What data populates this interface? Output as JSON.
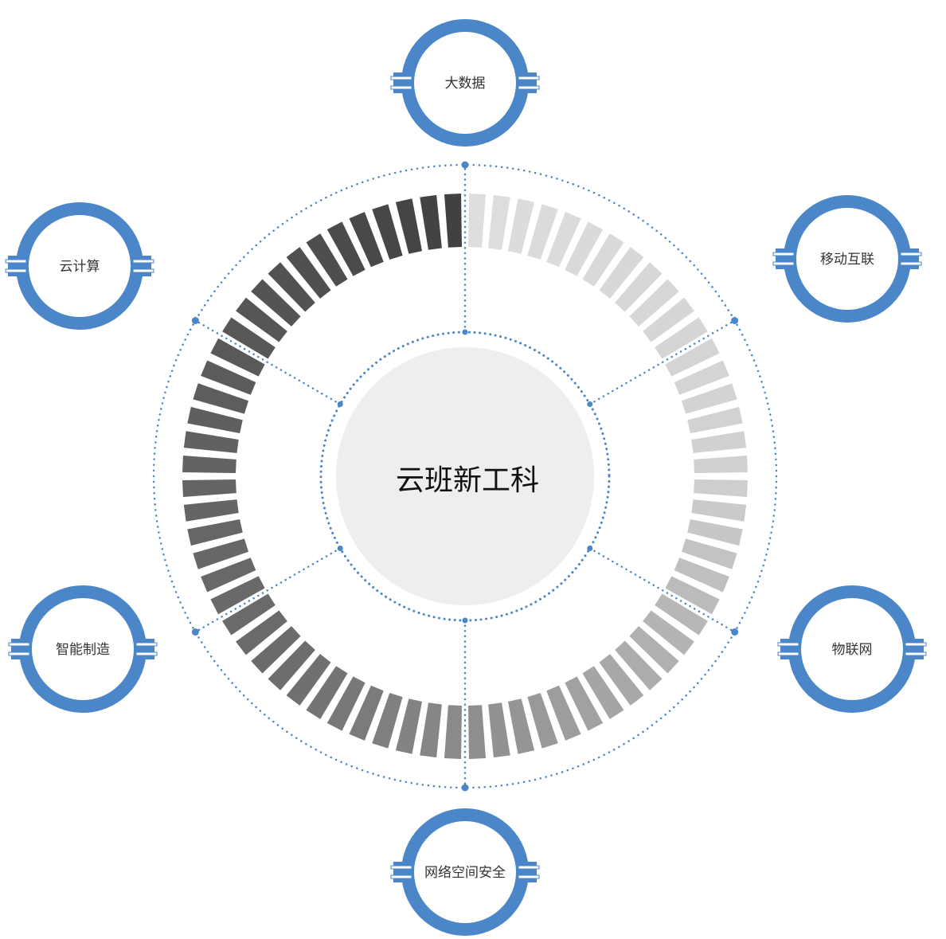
{
  "center": {
    "title": "云班新工科"
  },
  "nodes": [
    {
      "id": "big-data",
      "label": "大数据"
    },
    {
      "id": "mobile-internet",
      "label": "移动互联"
    },
    {
      "id": "iot",
      "label": "物联网"
    },
    {
      "id": "cyber-security",
      "label": "网络空间安全"
    },
    {
      "id": "smart-manufacturing",
      "label": "智能制造"
    },
    {
      "id": "cloud-computing",
      "label": "云计算"
    }
  ],
  "colors": {
    "accent": "#4a86c8",
    "dots": "#4a86c8",
    "hub_fill": "#eeeeee",
    "text": "#222222"
  }
}
